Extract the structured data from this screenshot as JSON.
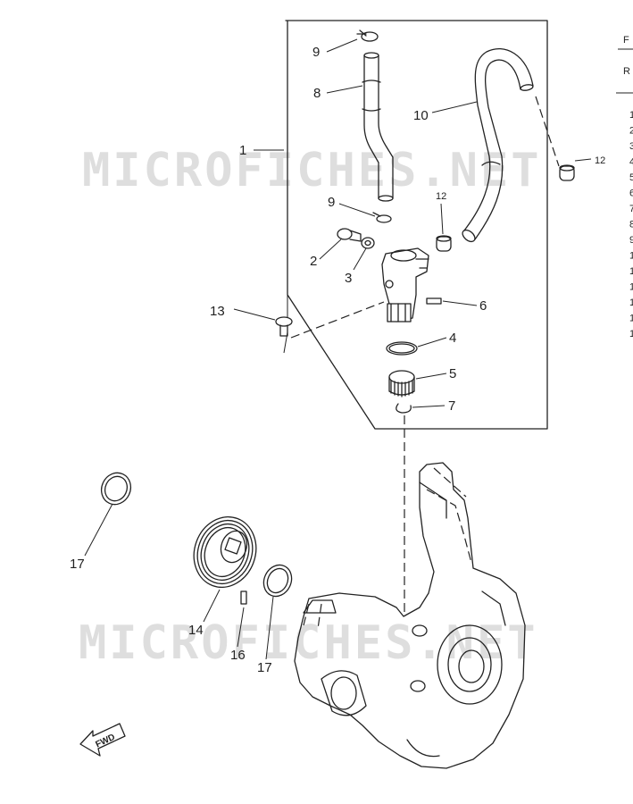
{
  "callouts": {
    "c1": "1",
    "c2": "2",
    "c3": "3",
    "c4": "4",
    "c5": "5",
    "c6": "6",
    "c7": "7",
    "c8": "8",
    "c9a": "9",
    "c9b": "9",
    "c10": "10",
    "c12a": "12",
    "c12b": "12",
    "c13": "13",
    "c14": "14",
    "c16": "16",
    "c17a": "17",
    "c17b": "17"
  },
  "watermark": {
    "top": "MICROFICHES.NET",
    "bottom": "MICROFICHES.NET"
  },
  "fwd_label": "FWD",
  "edge_fragments": {
    "header_a": "F",
    "header_b": "R",
    "rows": [
      "1",
      "2",
      "3",
      "4",
      "5",
      "6",
      "7",
      "8",
      "9",
      "1",
      "1",
      "1",
      "1",
      "1",
      "1"
    ]
  },
  "icons": {
    "fwd": "forward-arrow-icon"
  }
}
